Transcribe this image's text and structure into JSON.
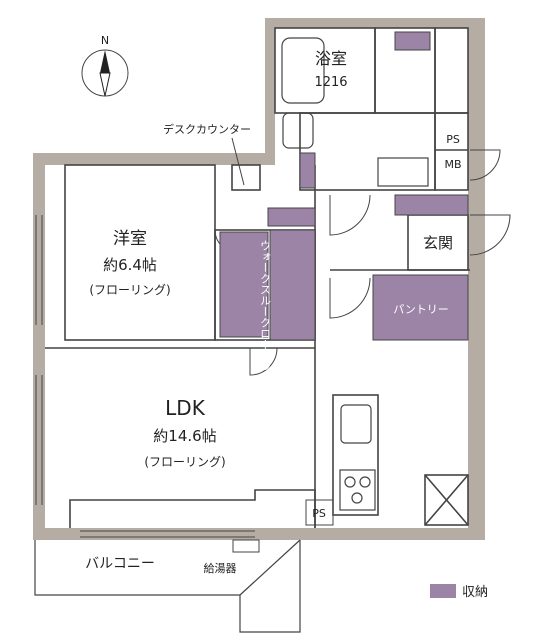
{
  "compass": {
    "letter": "N"
  },
  "rooms": {
    "bath": {
      "name": "浴室",
      "size": "1216"
    },
    "western": {
      "name": "洋室",
      "area": "約6.4帖",
      "floor": "(フローリング)"
    },
    "ldk": {
      "name": "LDK",
      "area": "約14.6帖",
      "floor": "(フローリング)"
    },
    "entrance": {
      "name": "玄関"
    },
    "balcony": {
      "name": "バルコニー"
    }
  },
  "labels": {
    "desk_counter": "デスクカウンター",
    "walk_through_closet": "ウォークスルークローゼット",
    "pantry": "パントリー",
    "ps_top": "PS",
    "mb": "MB",
    "ps_bottom": "PS",
    "water_heater": "給湯器"
  },
  "legend": {
    "label": "収納"
  },
  "colors": {
    "wall": "#b5aca4",
    "storage": "#9b84a6",
    "line": "#444444"
  }
}
